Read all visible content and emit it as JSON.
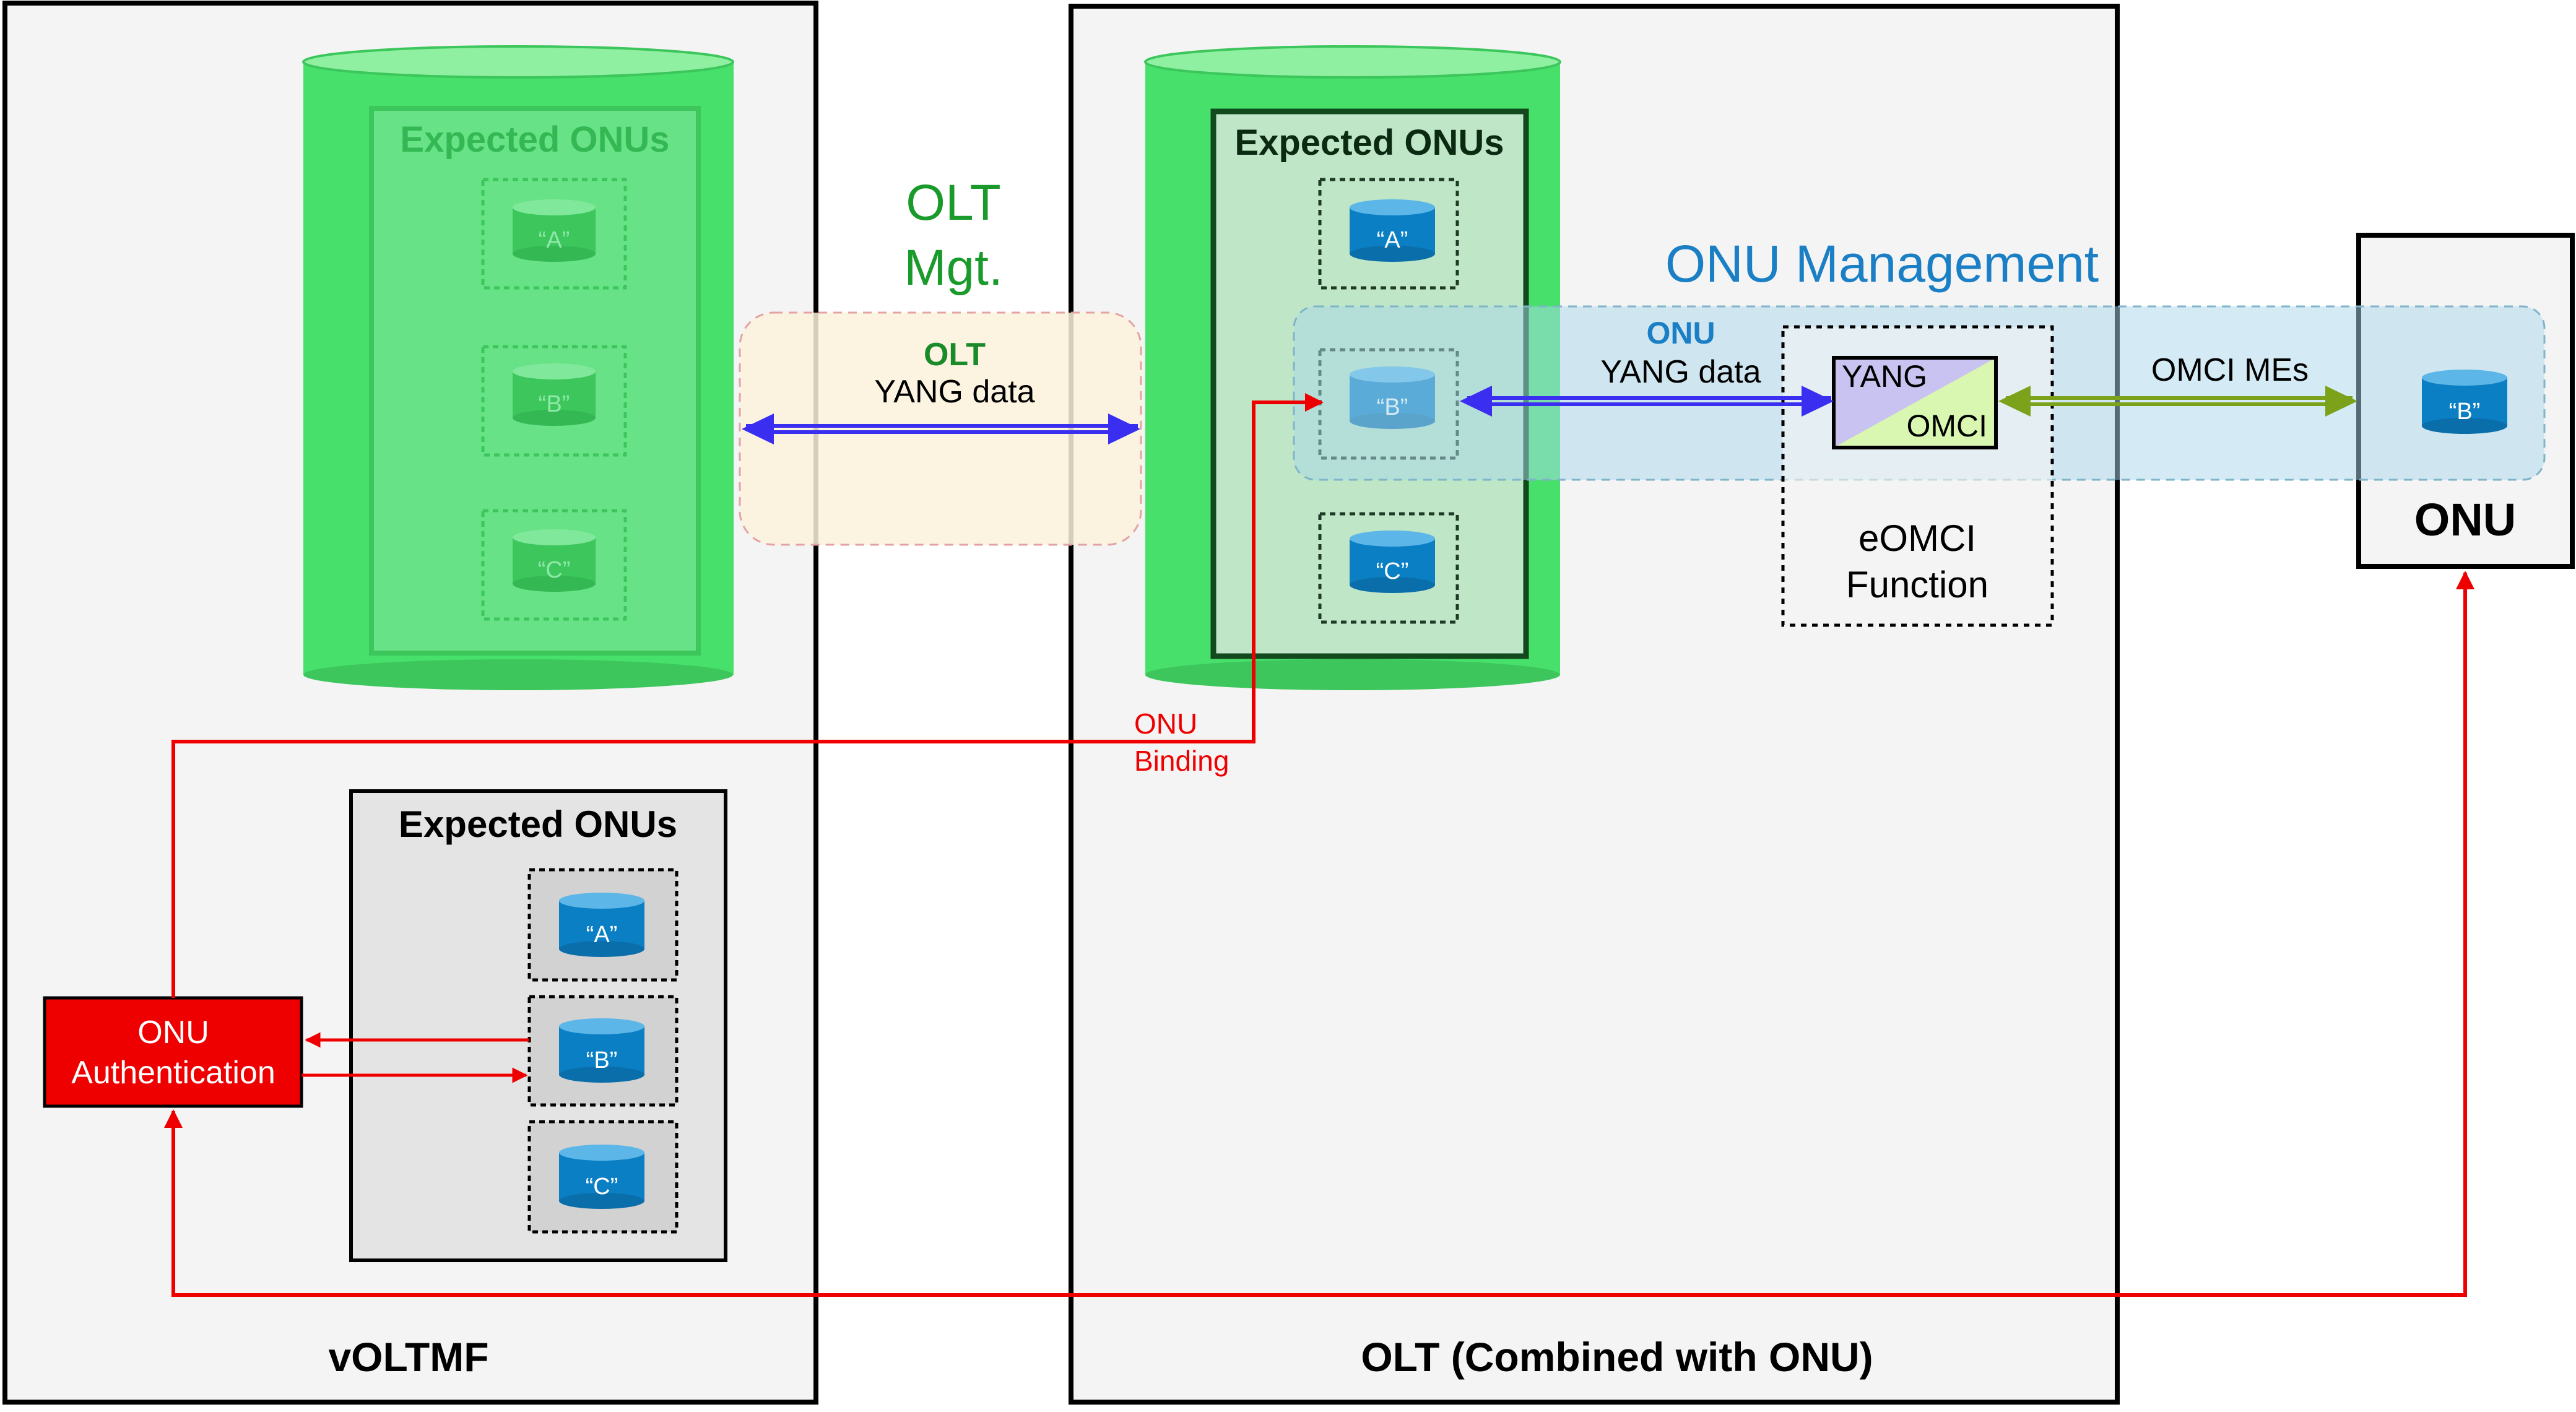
{
  "colors": {
    "panel_fill": "#f4f4f4",
    "db_green": "#47e06a",
    "db_green_top": "#8ff0a2",
    "db_blue": "#0b7fc4",
    "db_blue_top": "#5cb6e8",
    "red": "#ee0000",
    "blue_arrow": "#3a2ff0",
    "olive_arrow": "#7ba21a",
    "olt_mgt_green": "#1a9a2a",
    "onu_mgt_blue": "#1a7fc4"
  },
  "panels": {
    "voltmf": "vOLTMF",
    "olt": "OLT (Combined with ONU)",
    "onu": "ONU"
  },
  "stores": {
    "voltmf_green": {
      "title": "Expected ONUs",
      "items": [
        "“A”",
        "“B”",
        "“C”"
      ]
    },
    "olt_green": {
      "title": "Expected ONUs",
      "items": [
        "“A”",
        "“B”",
        "“C”"
      ]
    },
    "voltmf_grey": {
      "title": "Expected ONUs",
      "items": [
        "“A”",
        "“B”",
        "“C”"
      ]
    }
  },
  "labels": {
    "olt_mgt_line1": "OLT",
    "olt_mgt_line2": "Mgt.",
    "olt_yang_line1": "OLT",
    "olt_yang_line2": "YANG data",
    "onu_management": "ONU Management",
    "onu_yang_line1": "ONU",
    "onu_yang_line2": "YANG data",
    "omci_mes": "OMCI MEs",
    "yang": "YANG",
    "omci": "OMCI",
    "eomci_line1": "eOMCI",
    "eomci_line2": "Function",
    "onu_binding_line1": "ONU",
    "onu_binding_line2": "Binding",
    "onu_auth_line1": "ONU",
    "onu_auth_line2": "Authentication",
    "onu_db": "“B”"
  }
}
